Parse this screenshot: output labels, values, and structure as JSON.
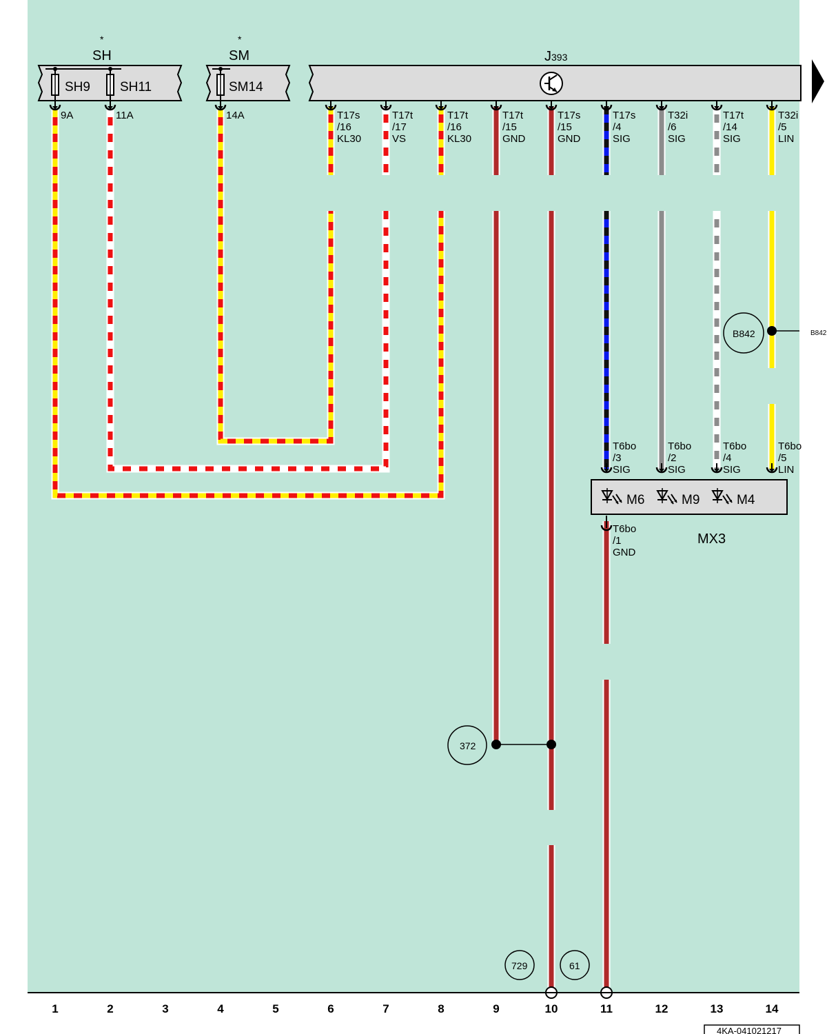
{
  "colors": {
    "background": "#bfe5d8",
    "red": "#ee1111",
    "yellow": "#ffee00",
    "white": "#ffffff",
    "brown": "#b02a2a",
    "blue": "#0a1aee",
    "black": "#111111",
    "grey": "#8c8c8c",
    "box_fill": "#dcdcdc"
  },
  "components": {
    "sh": {
      "asterisk": "*",
      "title": "SH",
      "fuse1": "SH9",
      "fuse2": "SH11",
      "pin1": "9A",
      "pin2": "11A"
    },
    "sm": {
      "asterisk": "*",
      "title": "SM",
      "fuse1": "SM14",
      "pin1": "14A"
    },
    "j393": {
      "title": "J393",
      "symbol": "transistor-icon"
    },
    "mx3": {
      "title": "MX3",
      "led1": "M6",
      "led2": "M9",
      "led3": "M4",
      "led_icon": "led-icon"
    }
  },
  "j393_pins": [
    {
      "col": 6,
      "lines": [
        "T17s",
        "/16",
        "KL30"
      ],
      "wire": "red-yellow"
    },
    {
      "col": 7,
      "lines": [
        "T17t",
        "/17",
        "VS"
      ],
      "wire": "red-white"
    },
    {
      "col": 8,
      "lines": [
        "T17t",
        "/16",
        "KL30"
      ],
      "wire": "red-yellow"
    },
    {
      "col": 9,
      "lines": [
        "T17t",
        "/15",
        "GND"
      ],
      "wire": "brown"
    },
    {
      "col": 10,
      "lines": [
        "T17s",
        "/15",
        "GND"
      ],
      "wire": "brown"
    },
    {
      "col": 11,
      "lines": [
        "T17s",
        "/4",
        "SIG"
      ],
      "wire": "blue-black"
    },
    {
      "col": 12,
      "lines": [
        "T32i",
        "/6",
        "SIG"
      ],
      "wire": "grey"
    },
    {
      "col": 13,
      "lines": [
        "T17t",
        "/14",
        "SIG"
      ],
      "wire": "grey-white"
    },
    {
      "col": 14,
      "lines": [
        "T32i",
        "/5",
        "LIN"
      ],
      "wire": "yellow"
    }
  ],
  "mx3_pins": [
    {
      "col": 11,
      "lines": [
        "T6bo",
        "/3",
        "SIG"
      ]
    },
    {
      "col": 12,
      "lines": [
        "T6bo",
        "/2",
        "SIG"
      ]
    },
    {
      "col": 13,
      "lines": [
        "T6bo",
        "/4",
        "SIG"
      ]
    },
    {
      "col": 14,
      "lines": [
        "T6bo",
        "/5",
        "LIN"
      ]
    }
  ],
  "mx3_ground_pin": {
    "lines": [
      "T6bo",
      "/1",
      "GND"
    ]
  },
  "refs": {
    "b842": "B842",
    "b842_continuation": "B842",
    "r372": "372",
    "r729": "729",
    "r61": "61"
  },
  "columns": [
    "1",
    "2",
    "3",
    "4",
    "5",
    "6",
    "7",
    "8",
    "9",
    "10",
    "11",
    "12",
    "13",
    "14"
  ],
  "drawing_id": "4KA-041021217"
}
